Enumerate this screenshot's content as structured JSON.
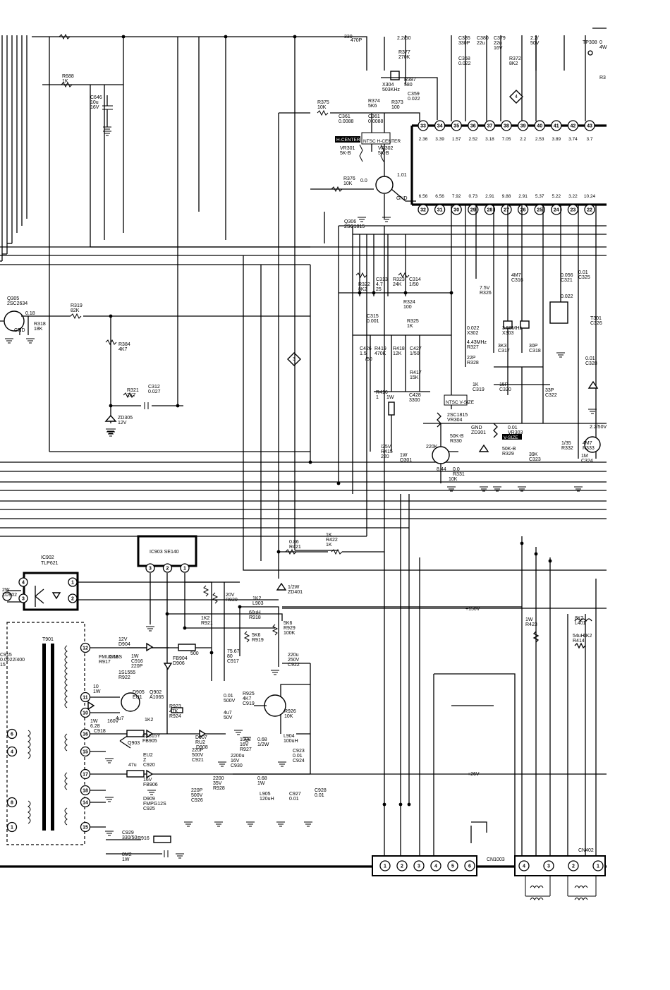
{
  "ic_main": {
    "top_pins": [
      "33",
      "34",
      "35",
      "36",
      "37",
      "38",
      "39",
      "40",
      "41",
      "42",
      "43"
    ],
    "top_volts": [
      "2.36",
      "3.39",
      "1.57",
      "2.52",
      "3.18",
      "7.05",
      "2.2",
      "2.53",
      "3.89",
      "3.74",
      "3.7"
    ],
    "bottom_pins": [
      "32",
      "31",
      "30",
      "29",
      "28",
      "27",
      "26",
      "25",
      "24",
      "23",
      "22"
    ],
    "bottom_volts": [
      "6.56",
      "6.56",
      "7.92",
      "0.73",
      "2.91",
      "9.88",
      "2.91",
      "5.37",
      "5.22",
      "3.22",
      "10.24"
    ]
  },
  "ic903": {
    "name": "IC903  SE140",
    "pins": [
      "3",
      "2",
      "1"
    ]
  },
  "ic902": {
    "name": "IC902",
    "part": "TLP621",
    "pins": [
      "4",
      "3",
      "1",
      "2"
    ]
  },
  "transformer": {
    "name": "T901",
    "sec_pins": [
      "12",
      "11",
      "10",
      "16",
      "15",
      "17",
      "18",
      "14",
      "15"
    ],
    "pri_pins": [
      "6",
      "4",
      "8",
      "1"
    ]
  },
  "cn1003": {
    "name": "CN1003",
    "pins": [
      "1",
      "2",
      "3",
      "4",
      "5",
      "6"
    ]
  },
  "cn402": {
    "name": "CN402",
    "pins": [
      "4",
      "3",
      "2",
      "1"
    ]
  },
  "rails": {
    "v150": "+150V",
    "v26": "+26V"
  },
  "markers": {
    "m4": "4",
    "m3": "3"
  },
  "tags": {
    "h_center": "H-CENTER",
    "ntsc_h_center": "NTSC H-CENTER",
    "ntsc_v_size": "NTSC V-SIZE",
    "v_size": "V-SIZE"
  },
  "labels": [
    "330",
    "470P",
    "2.2/50",
    "R377",
    "270K",
    "R387",
    "580",
    "X304",
    "503KHz",
    "C359",
    "0.022",
    "C385",
    "330P",
    "C380",
    "22u",
    "C379",
    "22u",
    "16V",
    "2.2/",
    "50V",
    "C358",
    "0.022",
    "R372",
    "8K2",
    "TP308",
    "R688",
    "1K",
    "C646",
    "10u",
    "16V",
    "R375",
    "10K",
    "R374",
    "5K6",
    "R373",
    "100",
    "C361",
    "0.0088",
    "C361",
    "0.0088",
    "VR301",
    "5K-B",
    "VR302",
    "5K-B",
    "R376",
    "10K",
    "0.0",
    "1.01",
    "Q306",
    "2SC1815",
    "GND",
    "Q305",
    "2SC2634",
    "0.18",
    "GND",
    "R318",
    "18K",
    "R319",
    "82K",
    "R384",
    "4K7",
    "R321",
    "2K7",
    "C312",
    "0.027",
    "ZD305",
    "12V",
    "R322",
    "8K2",
    "C313",
    "4.7",
    "25",
    "R323",
    "24K",
    "C314",
    "1/50",
    "R324",
    "100",
    "C315",
    "0.001",
    "R325",
    "1K",
    "C426",
    "1.5",
    "/50",
    "R419",
    "470K",
    "R418",
    "12K",
    "C427",
    "1/50",
    "R417",
    "15K",
    "R416",
    "1",
    "1W",
    "C428",
    "3300",
    "/25V",
    "R415",
    "220",
    "1W",
    "Q301",
    "2SC1815",
    "VR304",
    "50K-B",
    "R330",
    "220K",
    "8.44",
    "0.0",
    "R331",
    "10K",
    "GND",
    "ZD301",
    "7.5V",
    "R326",
    "4M7",
    "C316",
    "0.022",
    "X302",
    "3.58MHz",
    "X303",
    "4.43MHz",
    "R327",
    "3K3",
    "C317",
    "30P",
    "C318",
    "22P",
    "R328",
    "1K",
    "C319",
    "15P",
    "C320",
    "33P",
    "C322",
    "0.01",
    "VR303",
    "50K-B",
    "R329",
    "39K",
    "C323",
    "1/35",
    "R332",
    "4M7",
    "R333",
    "1M",
    "C324",
    "0.056",
    "C321",
    "0.01",
    "C325",
    "0.022",
    "T301",
    "C326",
    "0.01",
    "C328",
    "2.2/50V",
    "0.86",
    "R421",
    "1K",
    "R422",
    "1K",
    "1/2W",
    "ZD401",
    "20V",
    "R920",
    "1K2",
    "R921",
    "1K2",
    "L903",
    "60uH",
    "R918",
    "5K6",
    "R919",
    "5K6",
    "R929",
    "100K",
    "1W",
    "R423",
    "8K2",
    "L401",
    "54uH",
    "R414",
    "1K2",
    "2W",
    "ZD902",
    "12V",
    "D904",
    "FMUG16S",
    "R917",
    "0.68",
    "1W",
    "C916",
    "220P",
    "500",
    "FB904",
    "D906",
    "1S1555",
    "R922",
    "10",
    "1W",
    "D905",
    "EU1",
    "Q902",
    "A1065",
    "R923",
    "47K",
    "R924",
    "1K2",
    "1W",
    "6.28",
    "C918",
    "160V",
    "4u7",
    "75.67",
    "80",
    "C917",
    "220u",
    "250V",
    "C922",
    "0.01",
    "500V",
    "R925",
    "4K7",
    "C919",
    "4u7",
    "50V",
    "R926",
    "10K",
    "Q903",
    "C1815Y",
    "FB905",
    "D907",
    "RU2",
    "D908",
    "EU2",
    "Z",
    "C920",
    "220P",
    "500V",
    "C921",
    "2200u",
    "16V",
    "C930",
    "100u",
    "16V",
    "R927",
    "0.68",
    "1/2W",
    "L904",
    "100uH",
    "C923",
    "0.01",
    "C924",
    "47u",
    "16V",
    "FB906",
    "D909",
    "FMPG12S",
    "C925",
    "220P",
    "500V",
    "C926",
    "2200",
    "35V",
    "R928",
    "0.68",
    "1W",
    "L905",
    "120uH",
    "C927",
    "0.01",
    "C928",
    "0.01",
    "C929",
    "330/50",
    "R916",
    "8M2",
    "1W",
    "C915",
    "0.0022/400",
    "15",
    "0",
    "4W",
    "R3",
    "22",
    "35"
  ]
}
